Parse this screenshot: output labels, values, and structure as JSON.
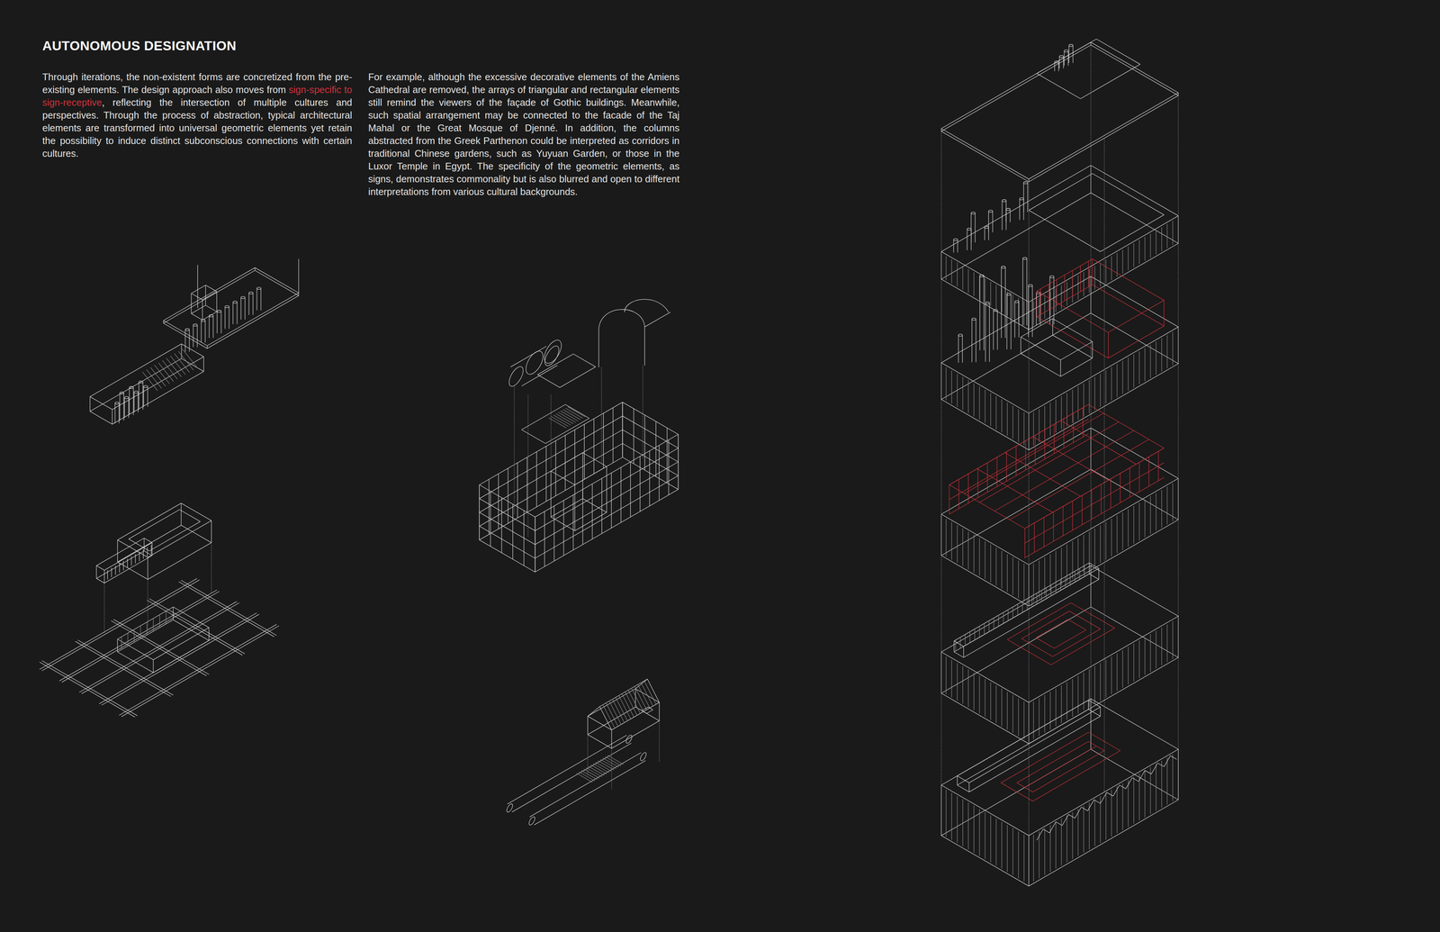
{
  "diagram": {
    "title": "AUTONOMOUS DESIGNATION",
    "labels": [
      "Through iterations, the non-existent forms are concretized from the pre-existing elements. The design approach also moves from",
      "sign-specific to sign-receptive",
      ", reflecting the intersection of multiple cultures and perspectives. Through the process of abstraction, typical architectural elements are transformed into universal geometric elements yet retain the possibility to induce distinct subconscious connections with certain cultures.",
      "For example, although the excessive decorative elements of the Amiens Cathedral are removed, the arrays of triangular and rectangular elements still remind the viewers of the façade of Gothic buildings. Meanwhile, such spatial arrangement may be connected to the facade of the Taj Mahal or the Great Mosque of Djenné. In addition, the columns abstracted from the Greek Parthenon could be interpreted as corridors in traditional Chinese gardens, such as Yuyuan Garden, or those in the Luxor Temple in Egypt. The specificity of the geometric elements, as signs, demonstrates commonality but is also blurred and open to different interpretations from various cultural backgrounds."
    ]
  }
}
